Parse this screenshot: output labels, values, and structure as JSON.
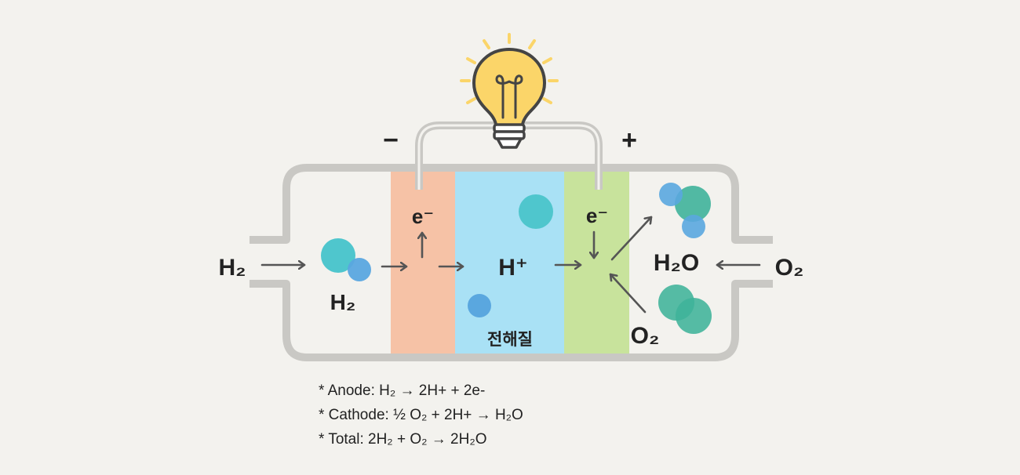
{
  "colors": {
    "background": "#f3f2ee",
    "casing": "#c9c8c4",
    "anode": "#f6c2a6",
    "electrolyte": "#a9e1f5",
    "cathode": "#c8e39c",
    "molecule_teal": "#4fc6cd",
    "molecule_blue": "#5aa7df",
    "molecule_green": "#3fb39a",
    "arrow": "#555555",
    "bulb": "#fbd569",
    "ray": "#fbd569"
  },
  "diagram": {
    "terminal_negative": "−",
    "terminal_positive": "+",
    "h2_input": "H₂",
    "h2_molecule": "H₂",
    "electron_anode": "e⁻",
    "proton": "H⁺",
    "electrolyte": "전해질",
    "electron_cathode": "e⁻",
    "water": "H₂O",
    "o2_molecule": "O₂",
    "o2_input": "O₂"
  },
  "equations": [
    "* Anode: H₂ → 2H+ + 2e-",
    "* Cathode: ½ O₂ + 2H+ → H₂O",
    "* Total: 2H₂ + O₂ → 2H₂O"
  ]
}
